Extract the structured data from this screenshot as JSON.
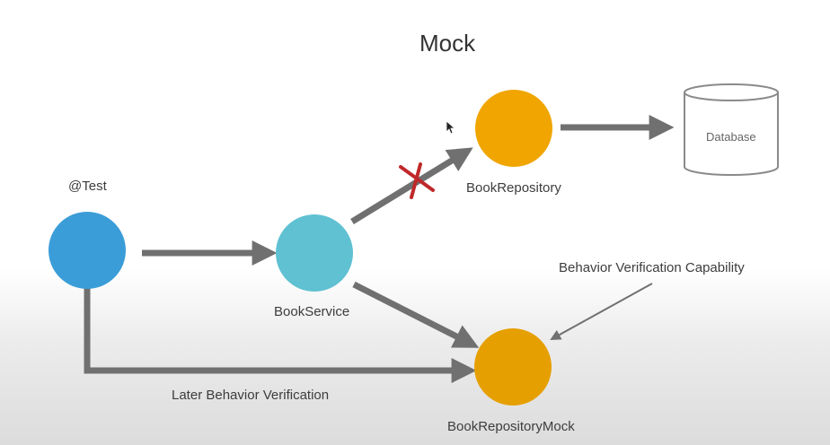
{
  "title": "Mock",
  "nodes": {
    "test": {
      "label": "@Test",
      "color": "#3b9dd8"
    },
    "book_service": {
      "label": "BookService",
      "color": "#5fc1d2"
    },
    "book_repository": {
      "label": "BookRepository",
      "color": "#f0a500"
    },
    "book_repository_mock": {
      "label": "BookRepositoryMock",
      "color": "#e69f00"
    },
    "database": {
      "label": "Database"
    }
  },
  "annotations": {
    "behavior_verification_capability": "Behavior Verification Capability",
    "later_behavior_verification": "Later Behavior Verification"
  },
  "colors": {
    "arrow": "#707070",
    "blocked_mark": "#c0282a",
    "database_stroke": "#8a8a8a"
  }
}
